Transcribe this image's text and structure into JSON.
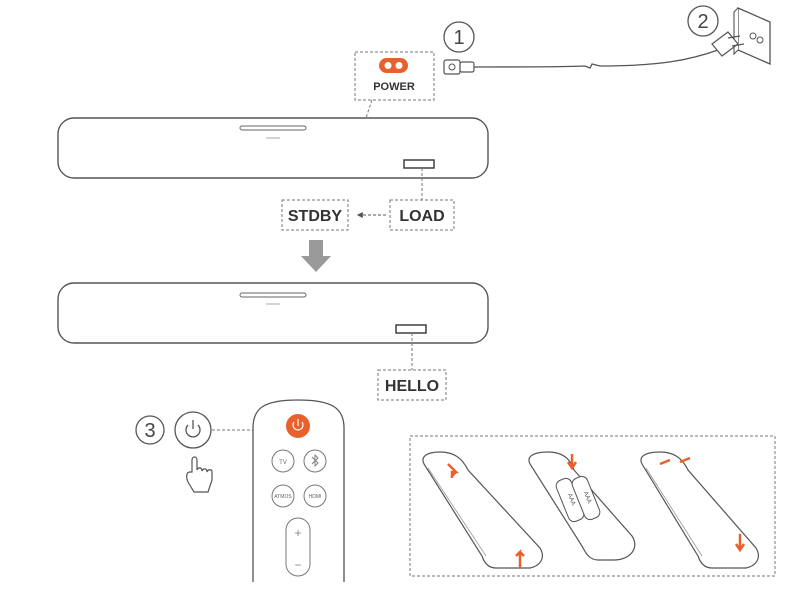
{
  "labels": {
    "power": "POWER",
    "stdby": "STDBY",
    "load": "LOAD",
    "hello": "HELLO"
  },
  "steps": {
    "one": "1",
    "two": "2",
    "three": "3"
  },
  "remote": {
    "tv": "TV",
    "atmos": "ATMOS",
    "hdmi": "HDMI",
    "plus": "+",
    "minus": "−"
  },
  "battery": {
    "text": "AAA"
  },
  "colors": {
    "accent": "#e8602c",
    "line": "#555555",
    "arrow": "#9a9a9a"
  }
}
